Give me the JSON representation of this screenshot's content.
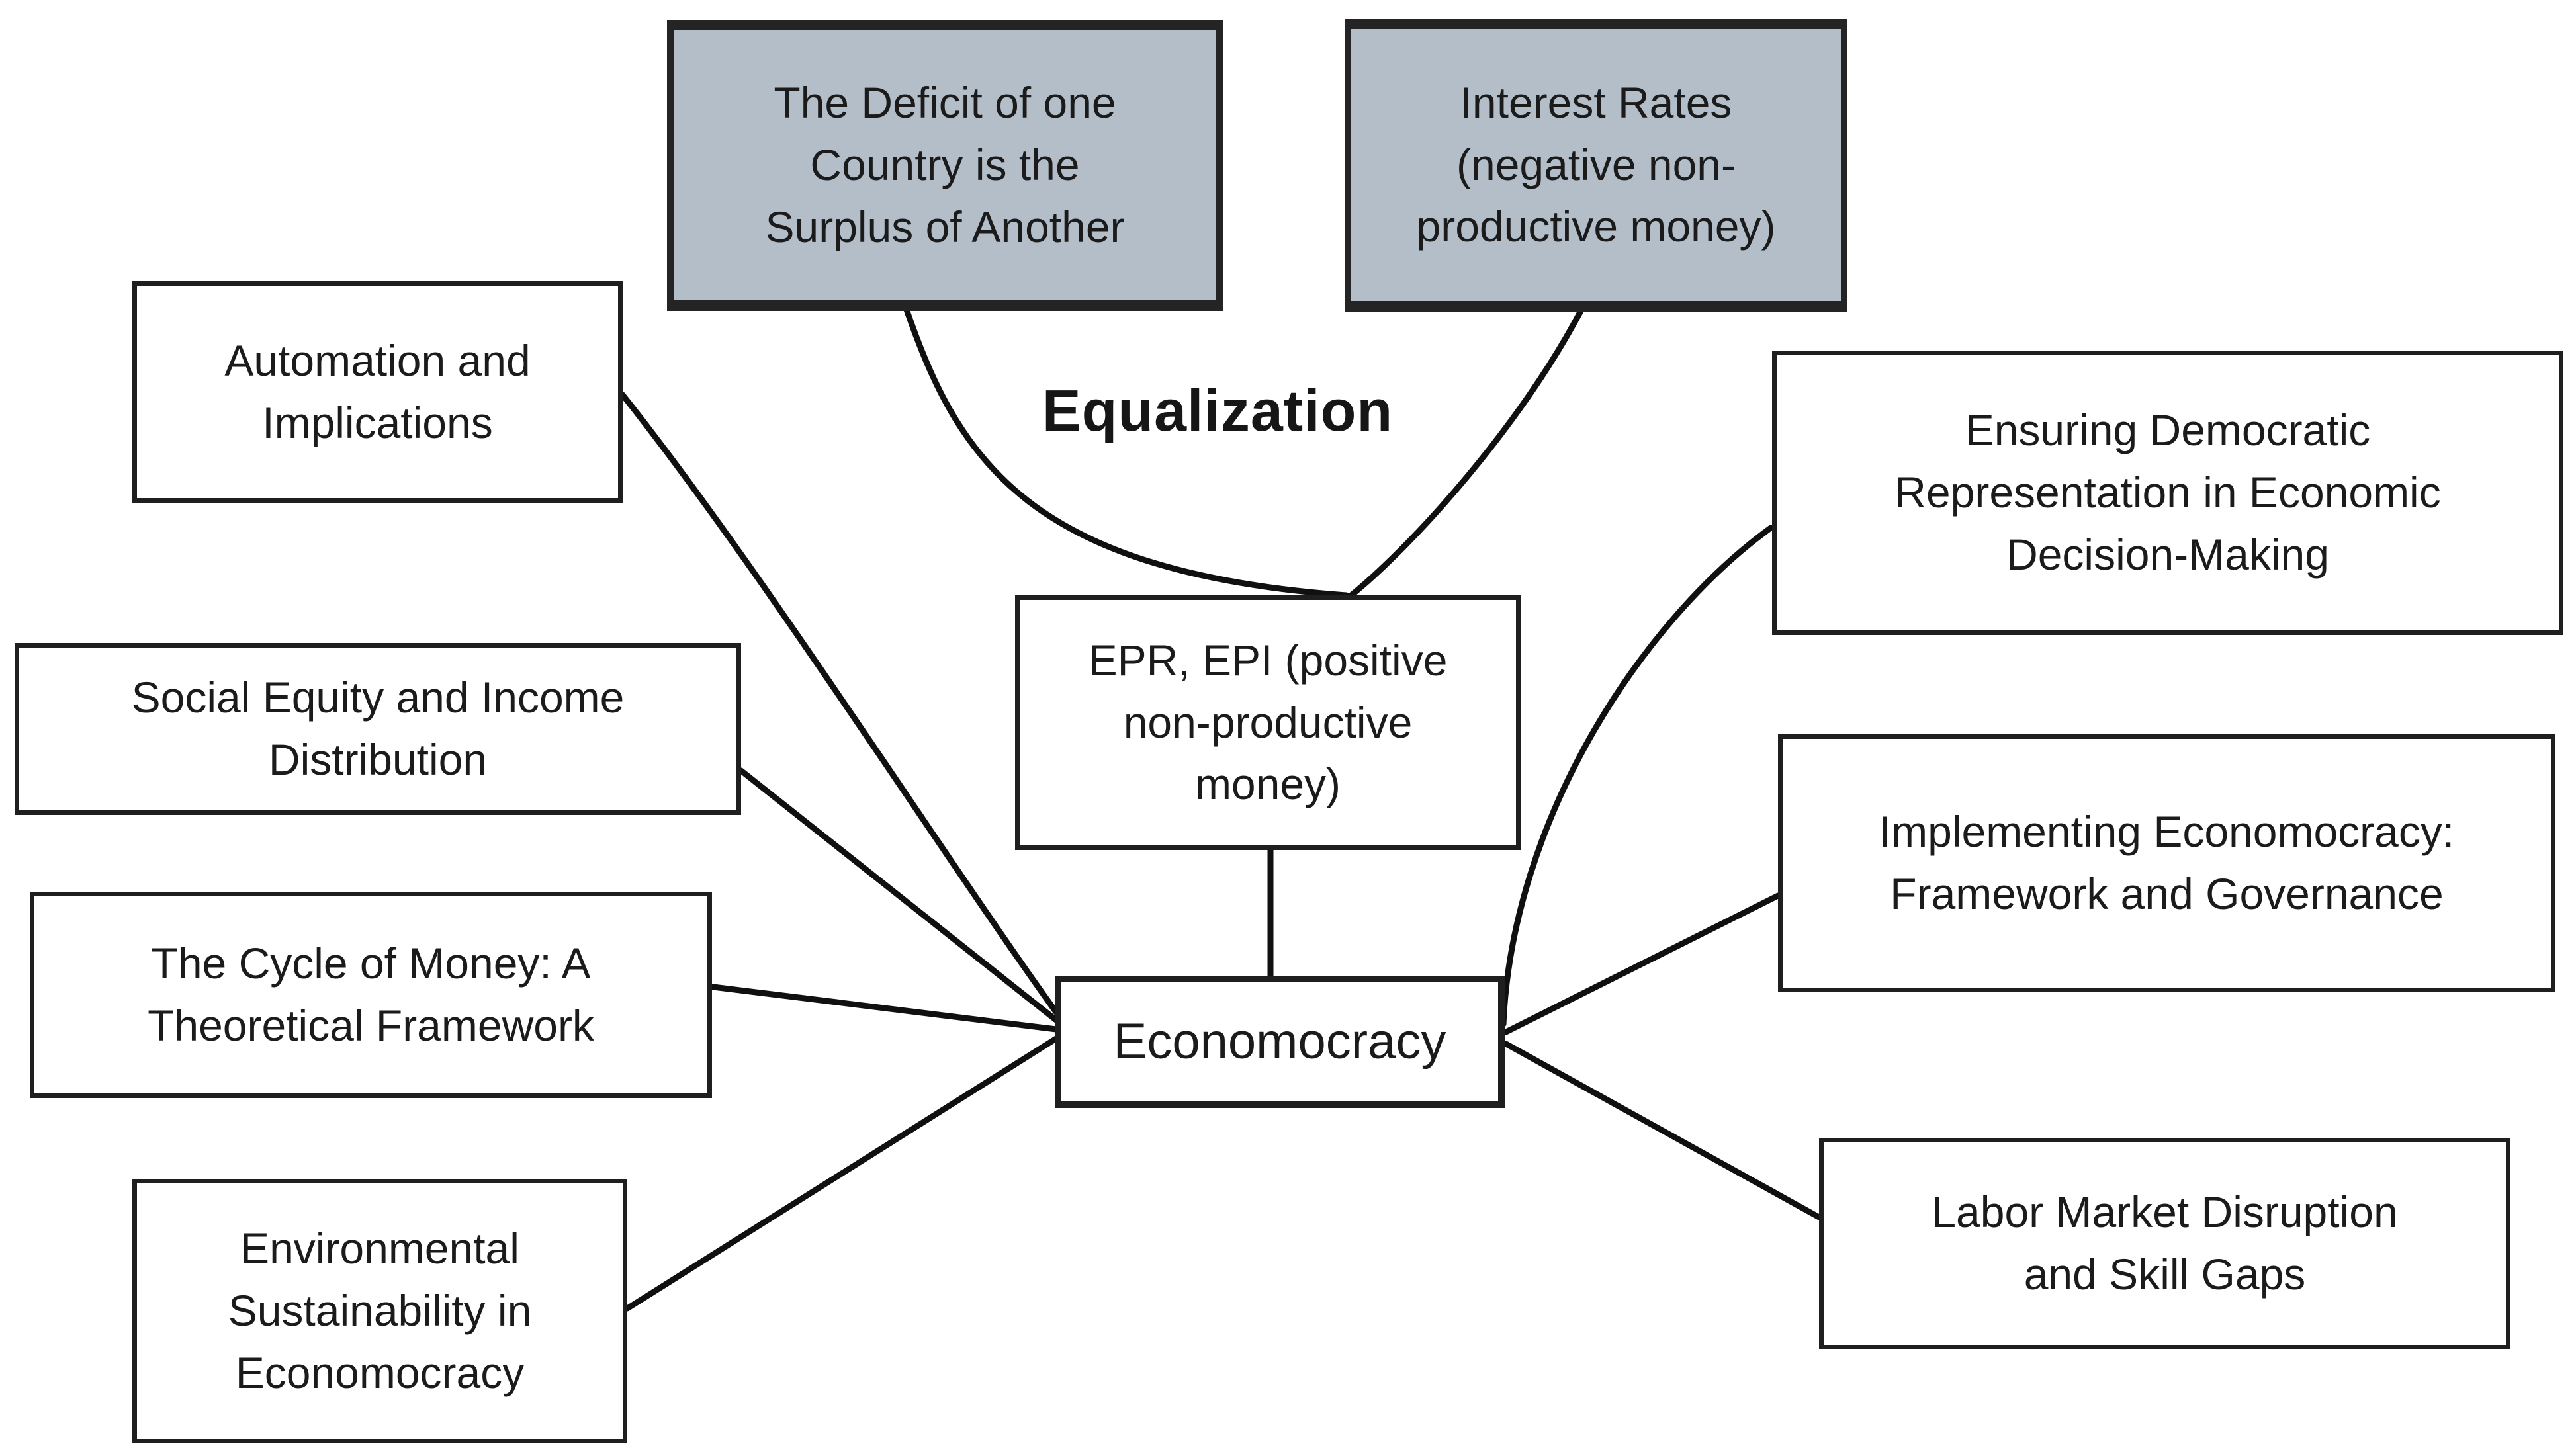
{
  "figure": {
    "type": "concept-map",
    "background": "#ffffff",
    "colors": {
      "highlight_fill": "#b3bec9",
      "plain_fill": "#ffffff",
      "border": "#1f1f1f",
      "line": "#101010",
      "text": "#1b1b1b"
    },
    "nodes": [
      {
        "id": "deficit",
        "style": "highlight",
        "label": "The Deficit of one\nCountry is the\nSurplus of Another"
      },
      {
        "id": "interest",
        "style": "highlight",
        "label": "Interest Rates\n(negative non-\nproductive money)"
      },
      {
        "id": "equalization",
        "style": "floating-label",
        "label": "Equalization"
      },
      {
        "id": "epr",
        "style": "plain",
        "label": "EPR, EPI (positive\nnon-productive\nmoney)"
      },
      {
        "id": "economocracy",
        "style": "center",
        "label": "Economocracy"
      },
      {
        "id": "automation",
        "style": "plain",
        "label": "Automation and\nImplications"
      },
      {
        "id": "social",
        "style": "plain",
        "label": "Social Equity and Income\nDistribution"
      },
      {
        "id": "cycle",
        "style": "plain",
        "label": "The Cycle of Money: A\nTheoretical Framework"
      },
      {
        "id": "environment",
        "style": "plain",
        "label": "Environmental\nSustainability in\nEconomocracy"
      },
      {
        "id": "ensuring",
        "style": "plain",
        "label": "Ensuring Democratic\nRepresentation in Economic\nDecision-Making"
      },
      {
        "id": "implementing",
        "style": "plain",
        "label": "Implementing Economocracy:\nFramework and Governance"
      },
      {
        "id": "labor",
        "style": "plain",
        "label": "Labor Market Disruption\nand Skill Gaps"
      }
    ],
    "edges": [
      {
        "from": "deficit",
        "to": "epr"
      },
      {
        "from": "interest",
        "to": "epr"
      },
      {
        "from": "epr",
        "to": "economocracy"
      },
      {
        "from": "automation",
        "to": "economocracy"
      },
      {
        "from": "social",
        "to": "economocracy"
      },
      {
        "from": "cycle",
        "to": "economocracy"
      },
      {
        "from": "environment",
        "to": "economocracy"
      },
      {
        "from": "ensuring",
        "to": "economocracy"
      },
      {
        "from": "implementing",
        "to": "economocracy"
      },
      {
        "from": "labor",
        "to": "economocracy"
      }
    ]
  }
}
